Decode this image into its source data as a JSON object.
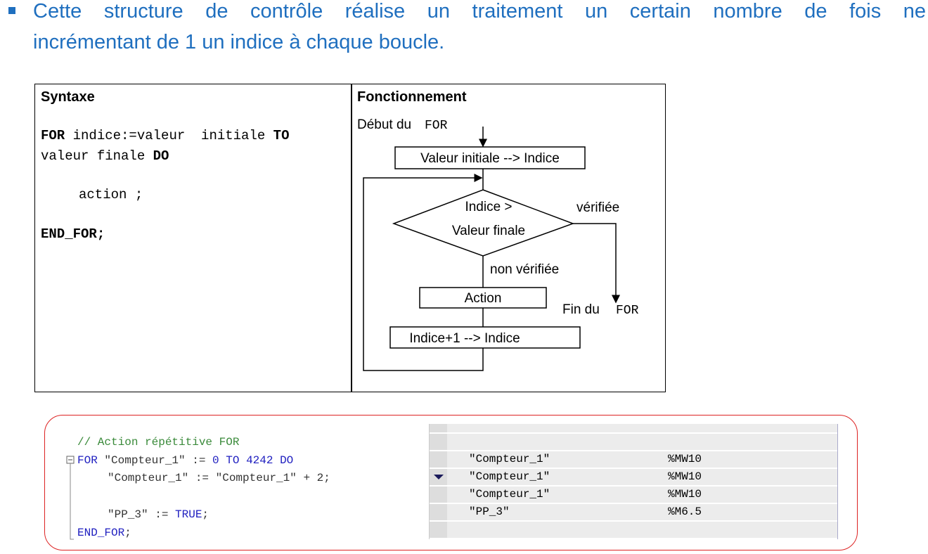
{
  "intro": {
    "line1": "Cette structure de contrôle réalise un traitement un certain nombre de fois ne",
    "line2": "incrémentant de 1 un indice à chaque boucle."
  },
  "syntax": {
    "heading": "Syntaxe",
    "l1a": "FOR",
    "l1b": " indice:=valeur  initiale ",
    "l1c": "TO",
    "l2a": "valeur finale ",
    "l2b": "DO",
    "l3": "action ;",
    "l4": "END_FOR;"
  },
  "flow": {
    "heading": "Fonctionnement",
    "start": "Début du",
    "for": "FOR",
    "init": "Valeur initiale --> Indice",
    "cond1": "Indice >",
    "cond2": "Valeur finale",
    "yes": "vérifiée",
    "no": "non vérifiée",
    "action": "Action",
    "incr": "Indice+1 --> Indice",
    "end": "Fin du"
  },
  "code": {
    "comment": "// Action répétitive FOR",
    "for_kw": "FOR",
    "for_var": " \"Compteur_1\" := ",
    "for_from": "0",
    "to_kw": " TO ",
    "for_to": "4242",
    "do_kw": " DO",
    "line2": "\"Compteur_1\" := \"Compteur_1\" + 2;",
    "line3a": "\"PP_3\" := ",
    "line3b": "TRUE",
    "line3c": ";",
    "end": "END_FOR",
    "end_semi": ";"
  },
  "table": {
    "rows": [
      {
        "name": "",
        "addr": ""
      },
      {
        "name": "",
        "addr": ""
      },
      {
        "name": "\"Compteur_1\"",
        "addr": "%MW10"
      },
      {
        "name": "\"Compteur_1\"",
        "addr": "%MW10"
      },
      {
        "name": "\"Compteur_1\"",
        "addr": "%MW10"
      },
      {
        "name": "\"PP_3\"",
        "addr": "%M6.5"
      },
      {
        "name": "",
        "addr": ""
      }
    ]
  }
}
